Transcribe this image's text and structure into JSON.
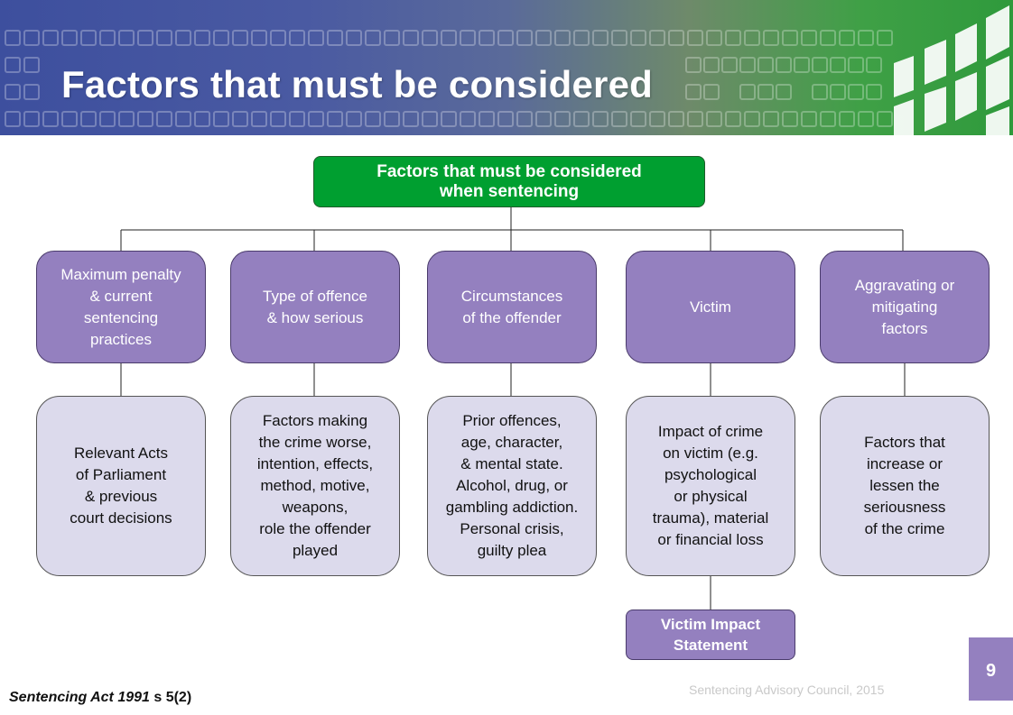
{
  "slide": {
    "title": "Factors that must be considered",
    "page_number": "9",
    "footer": "Sentencing Advisory Council, 2015",
    "citation": {
      "act": "Sentencing Act 1991",
      "section": " s 5(2)"
    }
  },
  "diagram": {
    "root": "Factors that must be considered\nwhen sentencing",
    "categories": [
      {
        "label": "Maximum penalty\n& current\nsentencing\npractices",
        "detail": "Relevant Acts\nof Parliament\n& previous\ncourt decisions"
      },
      {
        "label": "Type of offence\n& how serious",
        "detail": "Factors making\nthe crime worse,\nintention, effects,\nmethod, motive,\nweapons,\nrole the offender\nplayed"
      },
      {
        "label": "Circumstances\nof the offender",
        "detail": "Prior offences,\nage, character,\n& mental state.\nAlcohol, drug, or\ngambling addiction.\nPersonal crisis,\nguilty plea"
      },
      {
        "label": "Victim",
        "detail": "Impact of crime\non victim (e.g.\npsychological\nor physical\ntrauma), material\nor financial loss"
      },
      {
        "label": "Aggravating or\nmitigating\nfactors",
        "detail": "Factors that\nincrease or\nlessen the\nseriousness\nof the crime"
      }
    ],
    "victim_impact": "Victim Impact\nStatement"
  },
  "colors": {
    "root": "#009f30",
    "category": "#9480bf",
    "detail": "#dcdaec",
    "page_tab": "#9480bf"
  }
}
